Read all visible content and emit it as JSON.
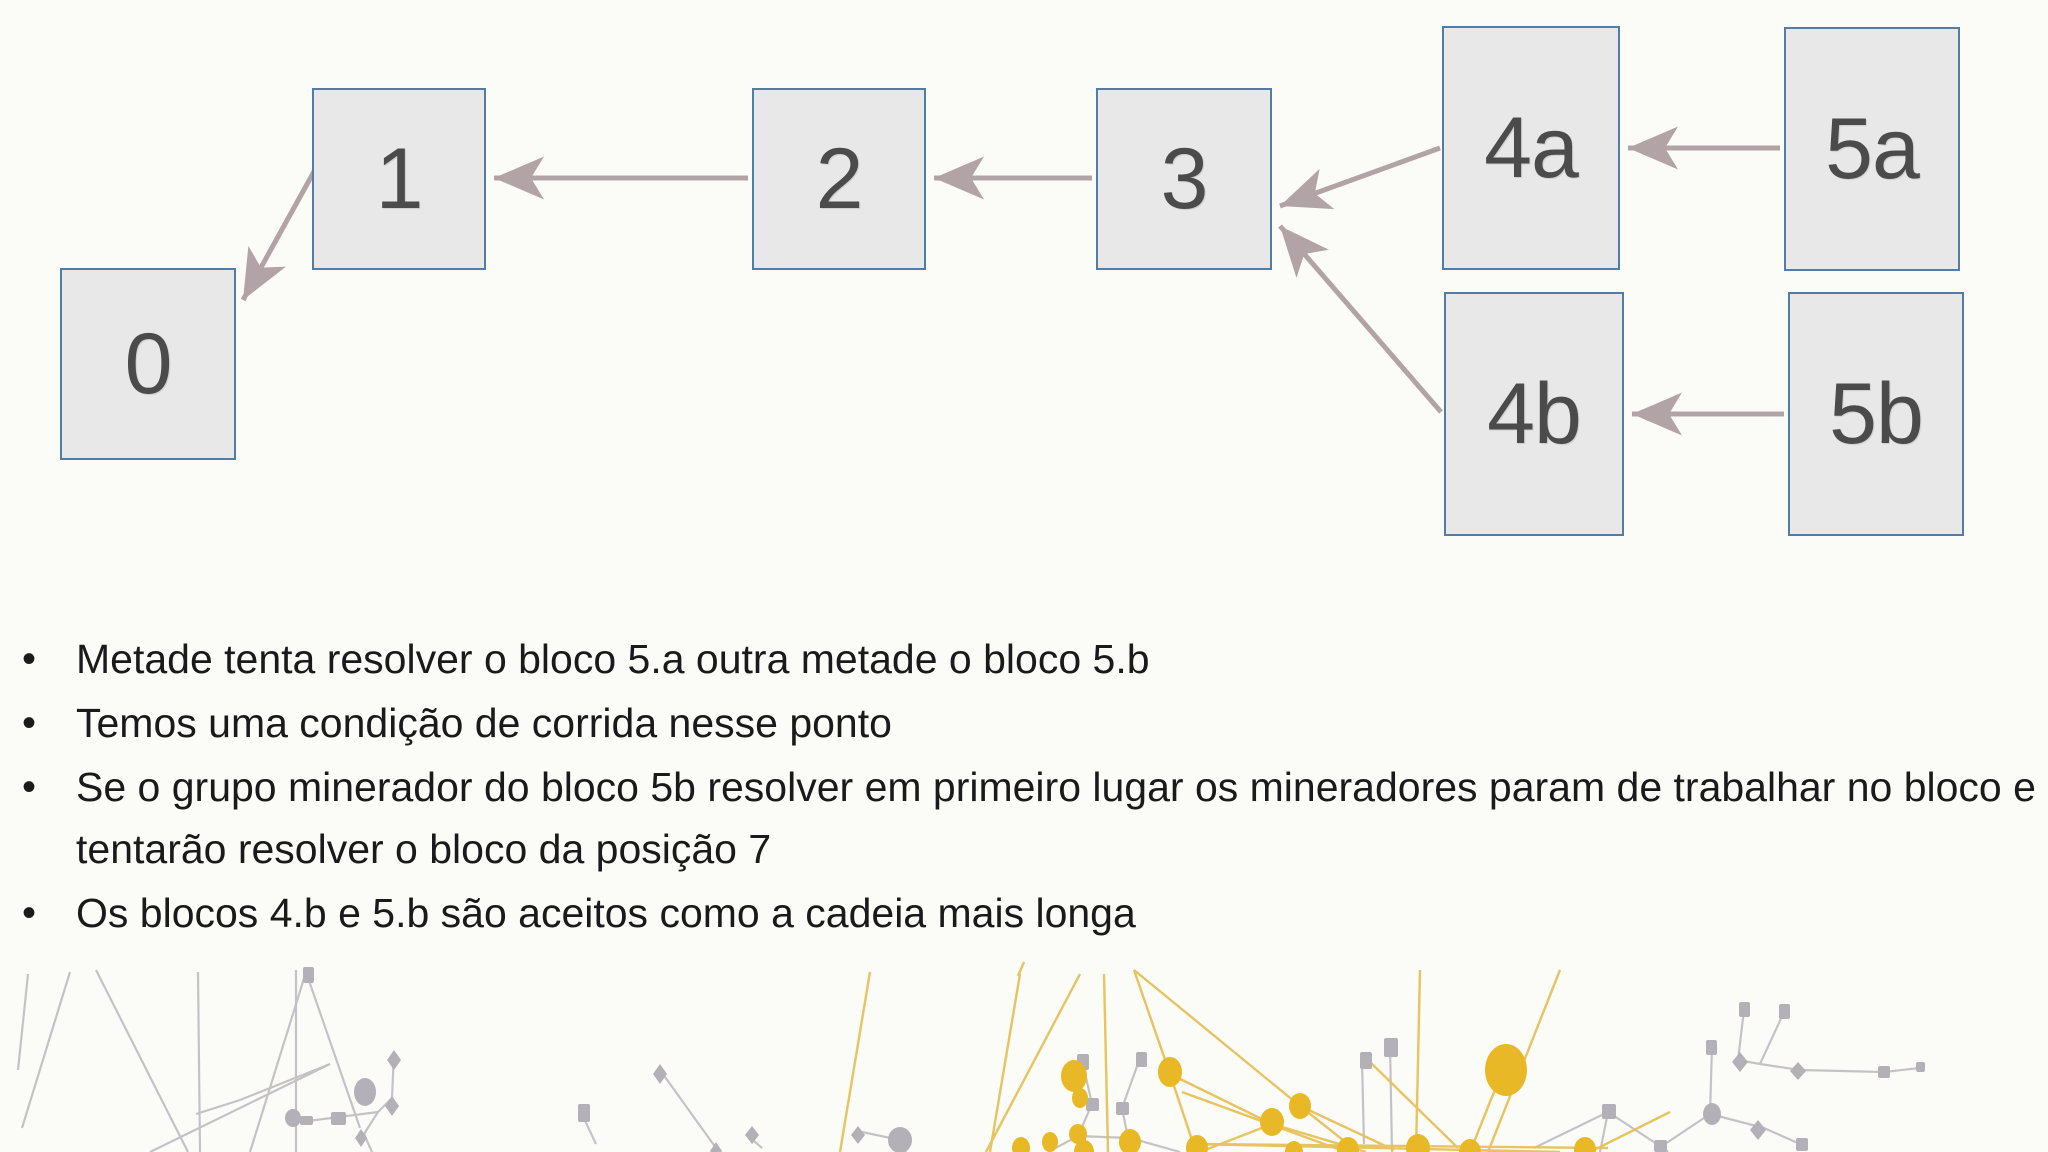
{
  "slide": {
    "background_color": "#fbfcf7",
    "block_fill": "#e9e8e9",
    "block_border": "#527ca8",
    "block_text_color": "#4b4b4b",
    "arrow_color": "#b2a3a7",
    "bullet_text_color": "#1a1a1a",
    "network_gray": "#b9b6bb",
    "network_gold": "#e8b830"
  },
  "diagram": {
    "title": "blockchain fork chain",
    "blocks": [
      {
        "id": "0",
        "label": "0"
      },
      {
        "id": "1",
        "label": "1"
      },
      {
        "id": "2",
        "label": "2"
      },
      {
        "id": "3",
        "label": "3"
      },
      {
        "id": "4a",
        "label": "4a"
      },
      {
        "id": "5a",
        "label": "5a"
      },
      {
        "id": "4b",
        "label": "4b"
      },
      {
        "id": "5b",
        "label": "5b"
      }
    ],
    "arrows": [
      {
        "from": "1",
        "to": "0"
      },
      {
        "from": "2",
        "to": "1"
      },
      {
        "from": "3",
        "to": "2"
      },
      {
        "from": "4a",
        "to": "3"
      },
      {
        "from": "4b",
        "to": "3"
      },
      {
        "from": "5a",
        "to": "4a"
      },
      {
        "from": "5b",
        "to": "4b"
      }
    ]
  },
  "bullets": {
    "marker": "•",
    "items": [
      "Metade tenta resolver o bloco 5.a outra metade o bloco 5.b",
      "Temos uma condição de corrida nesse ponto",
      "Se o grupo minerador do bloco 5b resolver em primeiro lugar os mineradores param de trabalhar no bloco e tentarão resolver o bloco da posição 7",
      "Os blocos 4.b e 5.b são aceitos como a cadeia mais longa"
    ]
  }
}
